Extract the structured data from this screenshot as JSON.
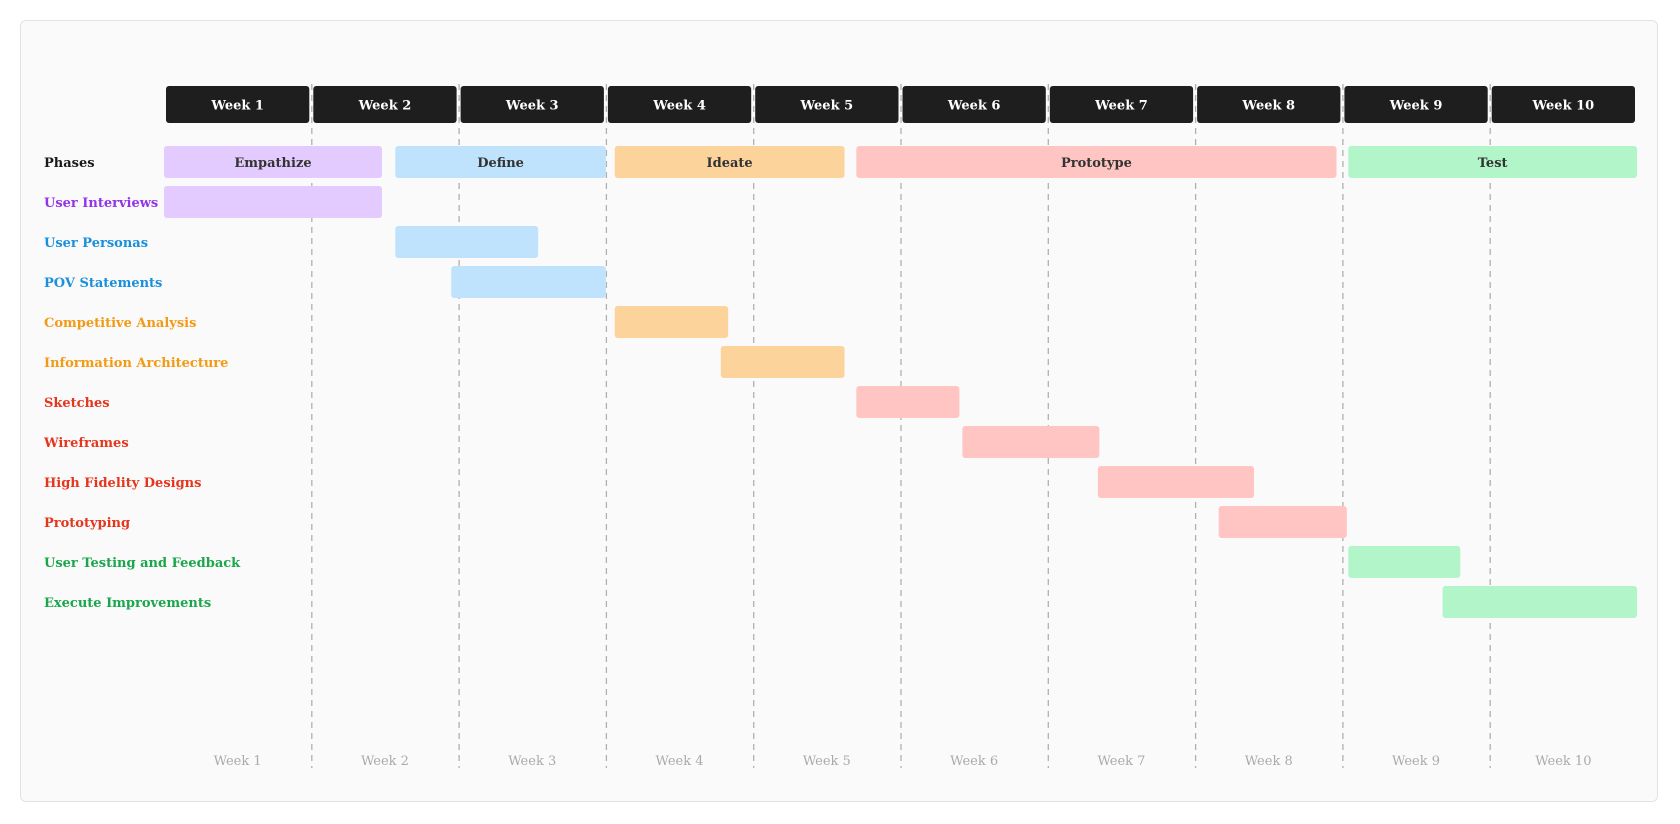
{
  "chart_data": {
    "type": "gantt",
    "weeks": [
      "Week 1",
      "Week 2",
      "Week 3",
      "Week 4",
      "Week 5",
      "Week 6",
      "Week 7",
      "Week 8",
      "Week 9",
      "Week 10"
    ],
    "x_unit": "weeks",
    "xlim": [
      0,
      10
    ],
    "grid": "vertical dashed lines at week boundaries",
    "phases_label": "Phases",
    "phases": [
      {
        "name": "Empathize",
        "start": 0.0,
        "end": 1.48,
        "color": "#e4cbff"
      },
      {
        "name": "Define",
        "start": 1.57,
        "end": 3.0,
        "color": "#bfe3fd"
      },
      {
        "name": "Ideate",
        "start": 3.06,
        "end": 4.62,
        "color": "#fdd39c"
      },
      {
        "name": "Prototype",
        "start": 4.7,
        "end": 7.96,
        "color": "#ffc5c3"
      },
      {
        "name": "Test",
        "start": 8.04,
        "end": 10.0,
        "color": "#b1f5c9"
      }
    ],
    "tasks": [
      {
        "name": "User Interviews",
        "start": 0.0,
        "end": 1.48,
        "color": "#e4cbff",
        "label_color": "#9334e8"
      },
      {
        "name": "User Personas",
        "start": 1.57,
        "end": 2.54,
        "color": "#bfe3fd",
        "label_color": "#1a8fdc"
      },
      {
        "name": "POV Statements",
        "start": 1.95,
        "end": 3.0,
        "color": "#bfe3fd",
        "label_color": "#1a8fdc"
      },
      {
        "name": "Competitive Analysis",
        "start": 3.06,
        "end": 3.83,
        "color": "#fdd39c",
        "label_color": "#f39a14"
      },
      {
        "name": "Information Architecture",
        "start": 3.78,
        "end": 4.62,
        "color": "#fdd39c",
        "label_color": "#f39a14"
      },
      {
        "name": "Sketches",
        "start": 4.7,
        "end": 5.4,
        "color": "#ffc5c3",
        "label_color": "#e5361d"
      },
      {
        "name": "Wireframes",
        "start": 5.42,
        "end": 6.35,
        "color": "#ffc5c3",
        "label_color": "#e5361d"
      },
      {
        "name": "High Fidelity Designs",
        "start": 6.34,
        "end": 7.4,
        "color": "#ffc5c3",
        "label_color": "#e5361d"
      },
      {
        "name": "Prototyping",
        "start": 7.16,
        "end": 8.03,
        "color": "#ffc5c3",
        "label_color": "#e5361d"
      },
      {
        "name": "User Testing and Feedback",
        "start": 8.04,
        "end": 8.8,
        "color": "#b1f5c9",
        "label_color": "#1aa64a"
      },
      {
        "name": "Execute Improvements",
        "start": 8.68,
        "end": 10.0,
        "color": "#b1f5c9",
        "label_color": "#1aa64a"
      }
    ],
    "colors": {
      "week_header_bg": "#1e1e1e",
      "week_header_text": "#ffffff",
      "phase_label_text": "#1a1a1a",
      "gridline": "#b0b0b0",
      "footer_text": "#aaaaaa"
    }
  }
}
